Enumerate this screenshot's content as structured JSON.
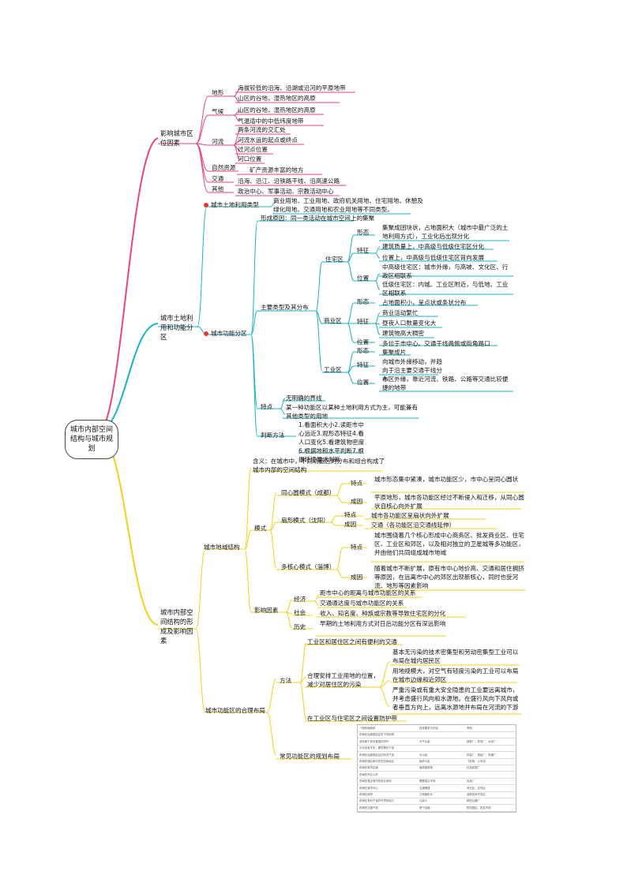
{
  "root": "城市内部空间结构与城市规划",
  "b1": {
    "title": "影响城市区位因素",
    "terrain": "地形",
    "terrain_1": "海拔较低的沿海、沿湖或沿河的平原地带",
    "terrain_2": "山区的谷地，湿热地区的高原",
    "climate": "气候",
    "climate_1": "山区的谷地，湿热地区的高原",
    "climate_2": "气温适中的中低纬度地带",
    "river": "河流",
    "river_1": "两条河流的交汇处",
    "river_2": "河流水运的起点或终点",
    "river_3": "过河点位置",
    "river_4": "河口位置",
    "res": "自然资源",
    "res_1": "矿产资源丰富的地方",
    "traffic": "交通",
    "traffic_1": "沿海、沿江、沿铁路干线、沿高速公路",
    "other": "其他",
    "other_1": "政治中心、军事活动、宗教活动中心"
  },
  "b2": {
    "title": "城市土地利用和功能分区",
    "landuse": "城市土地利用类型",
    "landuse_text": "商业用地、工业用地、政府机关用地、住宅用地、休憩及绿化用地、交通用地和农业用地等不同类型。",
    "func": "城市功能分区",
    "cause": "形成原因：同一类活动在城市空间上的集聚",
    "dist": "主要类型及其分布",
    "res": "住宅区",
    "res_form": "形态",
    "res_form_1": "集聚成团块状，占地面积大（城市中最广泛的土地利用方式），工业化后出现分化",
    "res_feat": "特征",
    "res_feat_1": "建筑质量上，中高级与低级住宅区分化",
    "res_feat_2": "位置上，中高级与低级住宅区背向发展",
    "res_pos": "位置",
    "res_pos_1": "中高级住宅区：城市外缘，与高坡、文化区、行政区相联系",
    "res_pos_2": "低级住宅区：内城、工业区附近，与低地、工业区相联系",
    "com": "商业区",
    "com_form": "形态",
    "com_form_1": "占地面积小，呈点状或条状分布",
    "com_feat": "特征",
    "com_feat_1": "商业活动繁忙",
    "com_feat_2": "昼夜人口数量变化大",
    "com_feat_3": "建筑物高大稠密",
    "com_pos": "位置",
    "com_pos_1": "多位于市中心、交通干线两侧或街角路口",
    "ind": "工业区",
    "ind_form": "形态",
    "ind_form_1": "集聚成片",
    "ind_feat": "特征",
    "ind_feat_1": "向城市外缘移动，并趋向于沿主要交通干线分布",
    "ind_pos": "位置",
    "ind_pos_1": "市区外缘，靠近河流、铁路、公路等交通比较便捷的地带",
    "trait": "特点",
    "trait_1": "无明确的界线",
    "trait_2": "某一种功能区以某种土地利用方式为主，可能兼有其他类型的用地",
    "judge": "判断方法",
    "judge_1": "1.看面积大小2.读距市中心远近3.观形态特征4.看人口变化5.看建筑物密度6.根据地租水平判断7.根据环境要求判断"
  },
  "b3": {
    "title": "城市内部空间结构的形成及影响因素",
    "struct": "城市地域结构",
    "def": "含义：在城市中，不同功能区的分布和组合构成了城市内部的空间结构",
    "mode": "模式",
    "m1": "同心圆模式（成都）",
    "m1_t": "特点",
    "m1_t1": "城市形态集中紧凑，城市功能区少，市中心呈同心圆状",
    "m1_c": "成因",
    "m1_c1": "平原地形，城市各功能区经过不断侵入和迁移，从同心圆状自核心向外扩展",
    "m2": "扇形模式（沈阳）",
    "m2_t": "特点",
    "m2_t1": "城市各功能区呈扇状向外扩展",
    "m2_c": "成因",
    "m2_c1": "交通（各功能区沿交通线延伸）",
    "m3": "多核心模式（淄博）",
    "m3_t": "特点",
    "m3_t1": "城市围绕着几个核心形成中心商务区、批发商业区、住宅区、工业区和郊区，以及相对独立的卫星城等多功能区，并由他们共同组成城市地域",
    "m3_c": "成因",
    "m3_c1": "随着城市不断扩展，原有市中心地价高、交通和居住拥挤等原因，在远离市中心的郊区出现新核心，同时也受河流、地形等因素影响",
    "factor": "影响因素",
    "econ": "经济",
    "econ_1": "距市中心的距离与城市功能区的关系",
    "econ_2": "交通通达度与城市功能区的关系",
    "soc": "社会",
    "soc_1": "收入、知名度、种族或宗教等导致住宅区的分化",
    "hist": "历史",
    "hist_1": "早期的土地利用方式对日后功能分区有深远影响",
    "plan": "城市功能区的合理布局",
    "method": "方法",
    "p1": "工业区和居住区之间有便利的交通",
    "p2": "合理安排工业用地的位置，减少对居住区的污染",
    "p2_1": "基本无污染的技术密集型和劳动密集型工业可以布局在城内居民区",
    "p2_2": "用地规模大，对空气有轻度污染的工业可以布局在城市边缘和近郊区",
    "p2_3": "严重污染或有重大安全隐患的工业要远离城市，并考虑盛行风向和水源地。在盛行风向下风向或者垂直方向上，远离水源地并布局在河流的下游",
    "p3": "在工业区与住宅区之间设置防护带",
    "common": "常见功能区的规划布局"
  },
  "mini_table": [
    [
      "一般布局原则",
      "具体要求与内容",
      "举例"
    ],
    [
      "布局在远离居民区的下风地带",
      "",
      ""
    ],
    [
      "或布局于风向垂直的郊外",
      "大气污染",
      "钢铁厂、发电厂、水泥厂"
    ],
    [
      "与河流有关的，要布置在下游",
      "",
      ""
    ],
    [
      "布局在远离居民区的河流下游",
      "水污染",
      "印染厂、造纸厂、电镀厂"
    ],
    [
      "布局在城区和村庄的边缘地区",
      "噪声污染",
      "飞机场、火车站"
    ],
    [
      "布局在城市边缘",
      "固体废弃物",
      "垃圾处理厂"
    ],
    [
      "布局在市区以外",
      "",
      ""
    ],
    [
      "布局在靠近城市的农业用地",
      "需要靠近市场",
      "乳品厂"
    ],
    [
      "布局在城市中心",
      "交通便捷",
      "商业区、住宅区"
    ],
    [
      "布局在城郊",
      "占地面积大",
      "高新技术开发区"
    ],
    [
      "布局在有利于保护环境的地方",
      "污染少",
      "精密仪器厂"
    ],
    [
      "布局在交通干线",
      "便于运输",
      "物流园区、批发市场"
    ]
  ],
  "colors": {
    "b1": "#e8457a",
    "b2": "#19b3c6",
    "b3": "#f0d21c"
  }
}
